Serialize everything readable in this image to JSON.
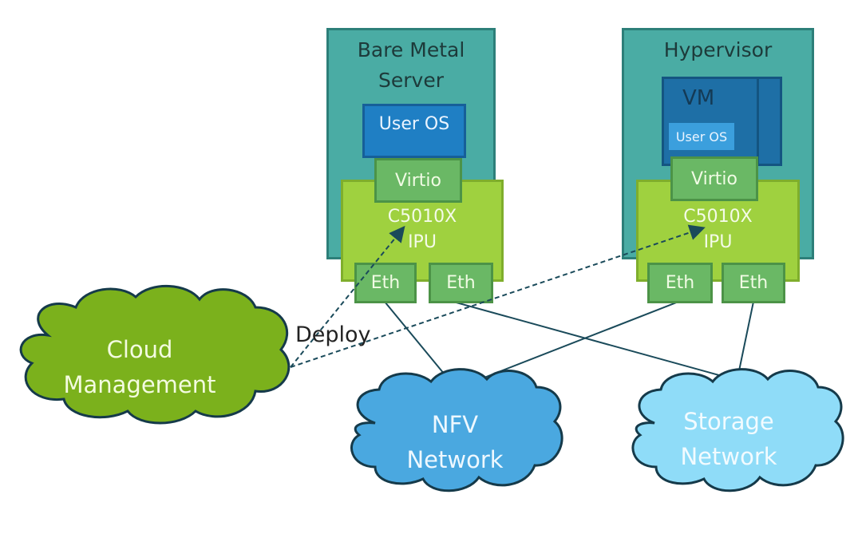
{
  "servers": [
    {
      "title_line1": "Bare Metal",
      "title_line2": "Server",
      "os_label": "User OS",
      "virtio_label": "Virtio",
      "ipu_line1": "C5010X",
      "ipu_line2": "IPU",
      "eth_ports": [
        "Eth",
        "Eth"
      ]
    },
    {
      "title_line1": "Hypervisor",
      "vm_label": "VM",
      "os_label": "User OS",
      "virtio_label": "Virtio",
      "ipu_line1": "C5010X",
      "ipu_line2": "IPU",
      "eth_ports": [
        "Eth",
        "Eth"
      ]
    }
  ],
  "clouds": {
    "management": {
      "line1": "Cloud",
      "line2": "Management",
      "color": "#7bb11c"
    },
    "nfv": {
      "line1": "NFV",
      "line2": "Network",
      "color": "#4aa8e0"
    },
    "storage": {
      "line1": "Storage",
      "line2": "Network",
      "color": "#8fdcf8"
    }
  },
  "connections": {
    "deploy_label": "Deploy",
    "deploy_targets": [
      "Bare Metal Server IPU",
      "Hypervisor IPU"
    ],
    "links": [
      [
        "Bare Metal Eth 1",
        "NFV Network"
      ],
      [
        "Bare Metal Eth 2",
        "Storage Network"
      ],
      [
        "Hypervisor Eth 1",
        "NFV Network"
      ],
      [
        "Hypervisor Eth 2",
        "Storage Network"
      ]
    ]
  }
}
